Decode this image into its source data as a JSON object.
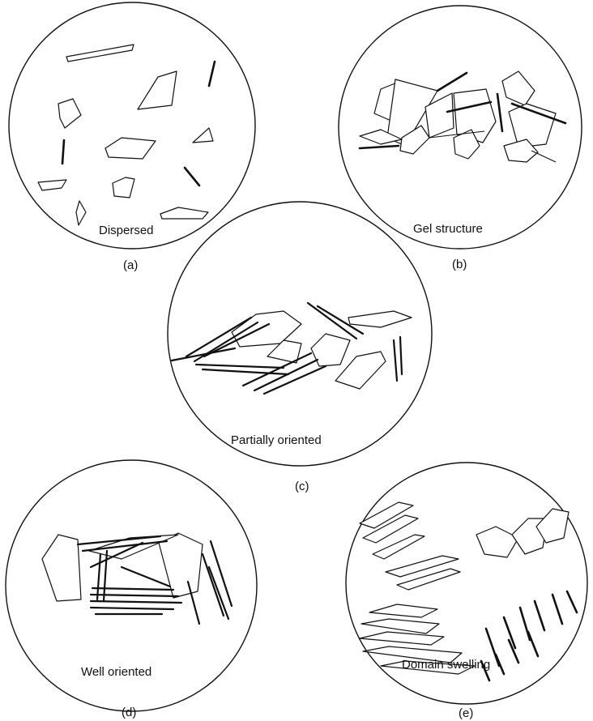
{
  "panels": [
    {
      "id": "a",
      "label": "Dispersed",
      "caption": "(a)"
    },
    {
      "id": "b",
      "label": "Gel structure",
      "caption": "(b)"
    },
    {
      "id": "c",
      "label": "Partially oriented",
      "caption": "(c)"
    },
    {
      "id": "d",
      "label": "Well oriented",
      "caption": "(d)"
    },
    {
      "id": "e",
      "label": "Domain swelling",
      "caption": "(e)"
    }
  ]
}
